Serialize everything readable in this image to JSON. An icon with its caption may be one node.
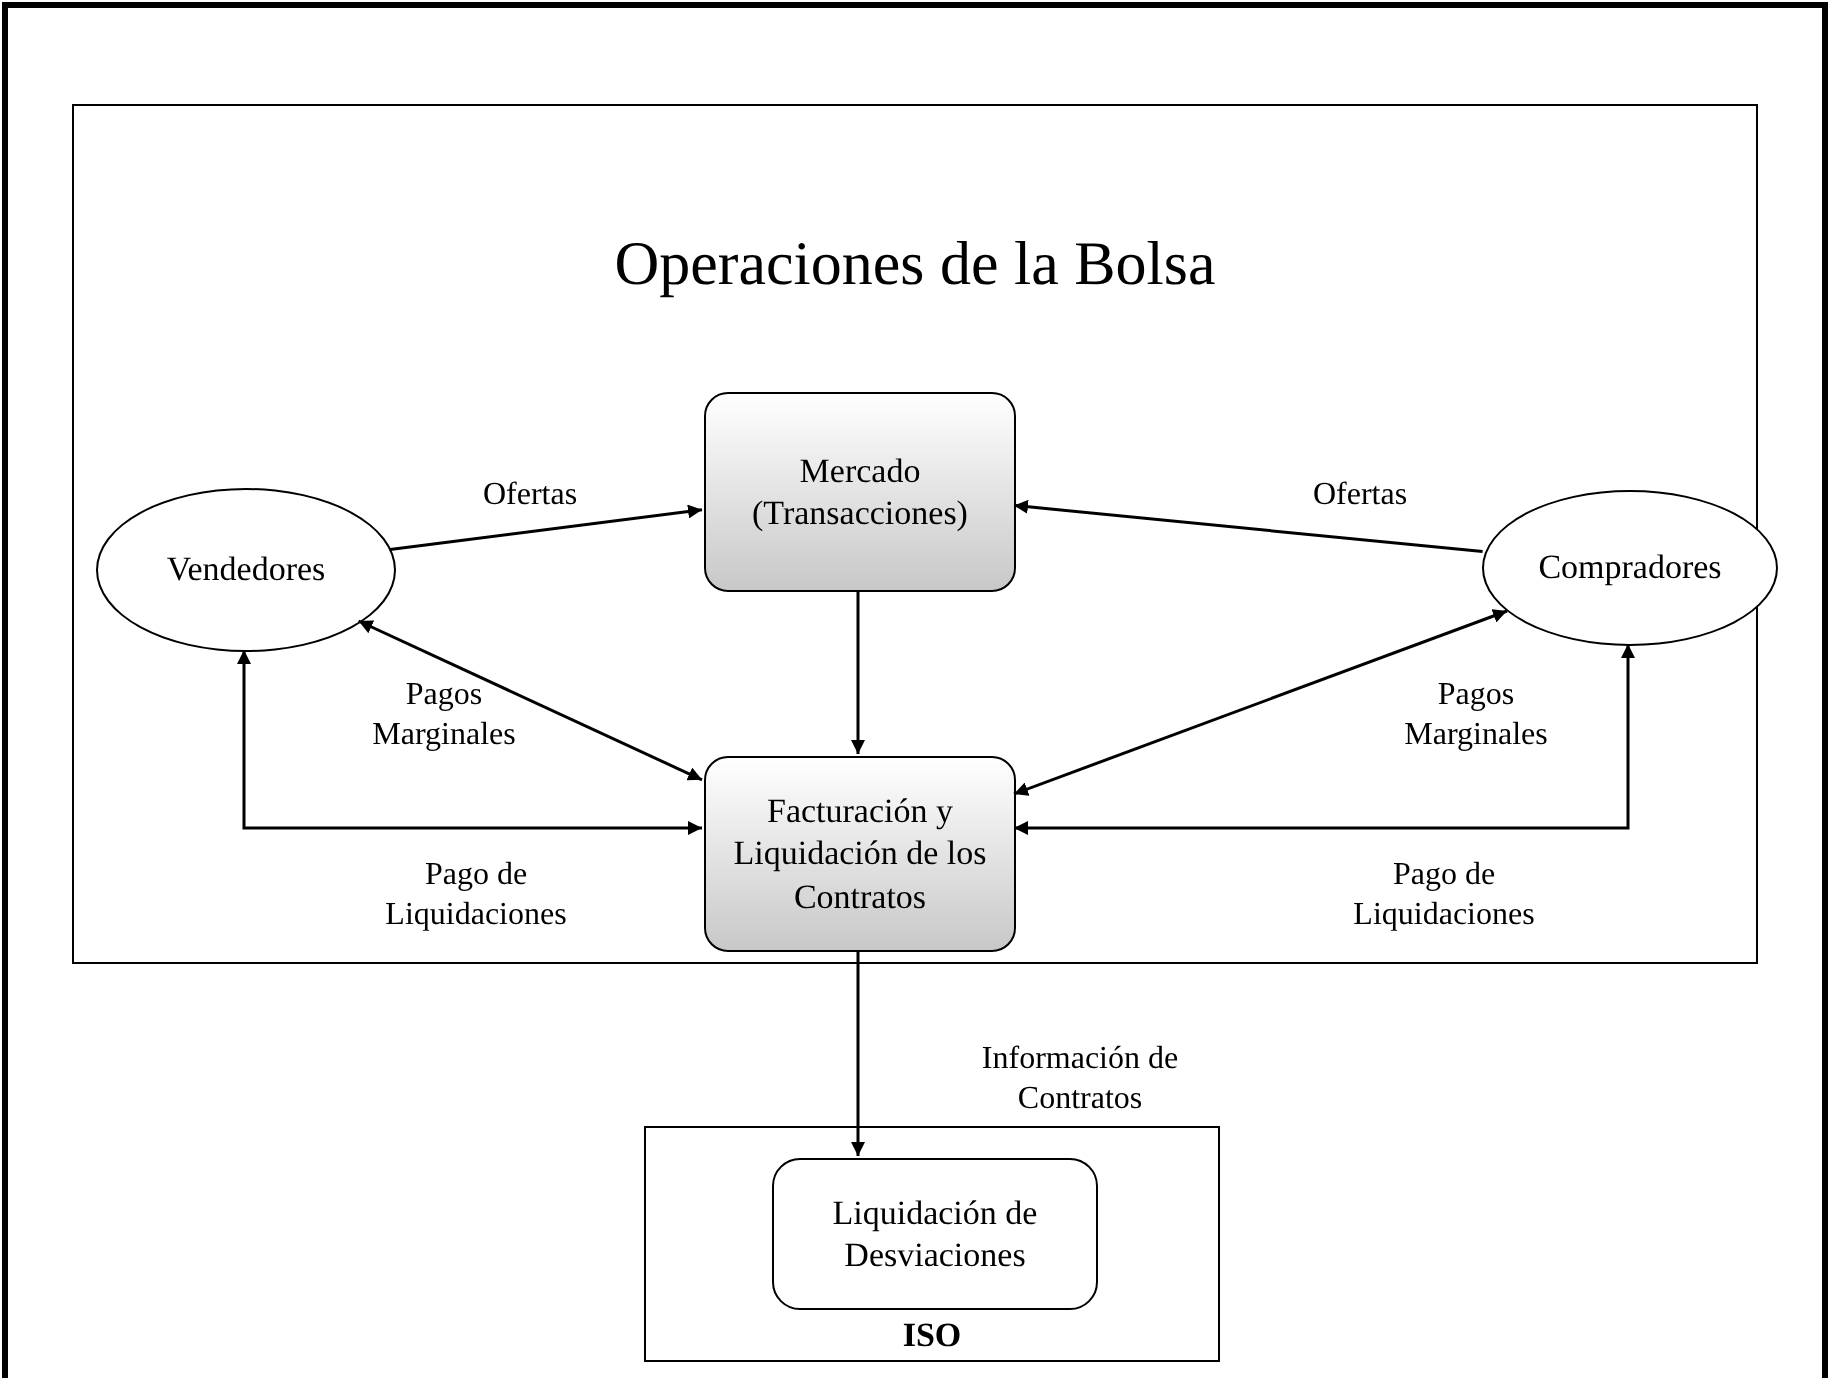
{
  "diagram": {
    "nodes": [
      {
        "text": [
          "Operaciones de la Bolsa"
        ]
      },
      {
        "text": [
          "Vendedores"
        ],
        "in": 0
      },
      {
        "text": [
          "Mercado (Transacciones)"
        ],
        "in": 0
      },
      {
        "text": [
          "Compradores"
        ],
        "in": 0
      },
      {
        "text": [
          "Facturación y Liquidación de los Contratos"
        ],
        "in": 0
      },
      {
        "text": [
          "ISO"
        ]
      },
      {
        "text": [
          "Liquidación de Desviaciones"
        ],
        "in": 5
      }
    ],
    "edges": [
      {
        "from": 1,
        "to": 2,
        "arrow": "to",
        "label": "Ofertas"
      },
      {
        "from": 3,
        "to": 2,
        "arrow": "to",
        "label": "Ofertas"
      },
      {
        "from": 2,
        "to": 4,
        "arrow": "to"
      },
      {
        "from": 1,
        "to": 4,
        "arrow": "both",
        "label": "Pagos Marginales"
      },
      {
        "from": 3,
        "to": 4,
        "arrow": "both",
        "label": "Pagos Marginales"
      },
      {
        "from": 1,
        "to": 4,
        "arrow": "both",
        "label": "Pago de Liquidaciones"
      },
      {
        "from": 3,
        "to": 4,
        "arrow": "both",
        "label": "Pago de Liquidaciones"
      },
      {
        "from": 4,
        "to": 6,
        "arrow": "to",
        "label": "Información de Contratos"
      }
    ]
  }
}
